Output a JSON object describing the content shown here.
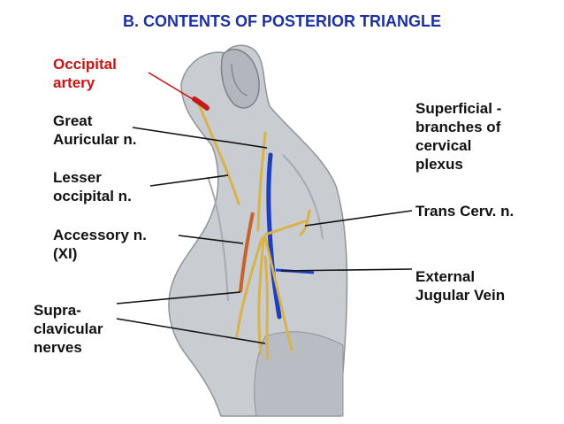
{
  "title": "B. CONTENTS OF POSTERIOR TRIANGLE",
  "colors": {
    "title": "#1a2fa8",
    "artery_label": "#cc1111",
    "nerve": "#d8b24a",
    "vein": "#1f3fbf",
    "accessory_nerve": "#c8622a",
    "artery": "#c41d1d",
    "skin": "#c9ccd1",
    "skin_dark": "#8f949b"
  },
  "labels": {
    "occipital_artery": [
      "Occipital",
      "artery"
    ],
    "great_auricular": [
      "Great",
      "Auricular n."
    ],
    "lesser_occipital": [
      "Lesser",
      "occipital n."
    ],
    "accessory": [
      "Accessory n.",
      "(XI)"
    ],
    "supraclavicular": [
      "Supra-",
      "clavicular",
      "nerves"
    ],
    "superficial_branches": [
      "Superficial -",
      "branches of",
      "cervical",
      "plexus"
    ],
    "trans_cerv": [
      "Trans Cerv. n."
    ],
    "ext_jugular": [
      "External",
      "Jugular Vein"
    ]
  }
}
